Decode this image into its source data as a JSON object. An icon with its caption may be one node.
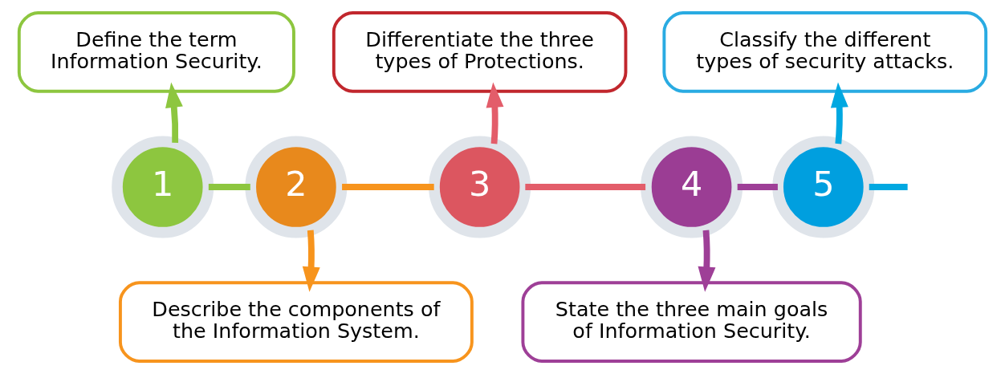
{
  "diagram": {
    "nodes": [
      {
        "text": [
          "Define the term Information Security."
        ]
      },
      {
        "text": [
          "Differentiate the three types of Protections."
        ]
      },
      {
        "text": [
          "Classify the different types of security attacks."
        ]
      },
      {
        "text": [
          "1"
        ]
      },
      {
        "text": [
          "2"
        ]
      },
      {
        "text": [
          "3"
        ]
      },
      {
        "text": [
          "4"
        ]
      },
      {
        "text": [
          "5"
        ]
      },
      {
        "text": [
          "Describe the components of the Information System."
        ]
      },
      {
        "text": [
          "State the three main goals of Information Security."
        ]
      }
    ],
    "edges": [
      {
        "from": 3,
        "to": 0,
        "arrow": "to",
        "color": "#8dc63f"
      },
      {
        "from": 4,
        "to": 8,
        "arrow": "to",
        "color": "#f7941d"
      },
      {
        "from": 5,
        "to": 1,
        "arrow": "to",
        "color": "#e35d6a"
      },
      {
        "from": 6,
        "to": 9,
        "arrow": "to",
        "color": "#9e3f97"
      },
      {
        "from": 7,
        "to": 2,
        "arrow": "to",
        "color": "#00a8e1"
      },
      {
        "from": 3,
        "to": 4,
        "arrow": "none",
        "color": "#8dc63f"
      },
      {
        "from": 4,
        "to": 5,
        "arrow": "none",
        "color": "#f7941d"
      },
      {
        "from": 5,
        "to": 6,
        "arrow": "none",
        "color": "#e35d6a"
      },
      {
        "from": 6,
        "to": 7,
        "arrow": "none",
        "color": "#9e3f97"
      },
      {
        "from": 7,
        "to": null,
        "arrow": "none",
        "color": "#00a8e1"
      }
    ]
  }
}
